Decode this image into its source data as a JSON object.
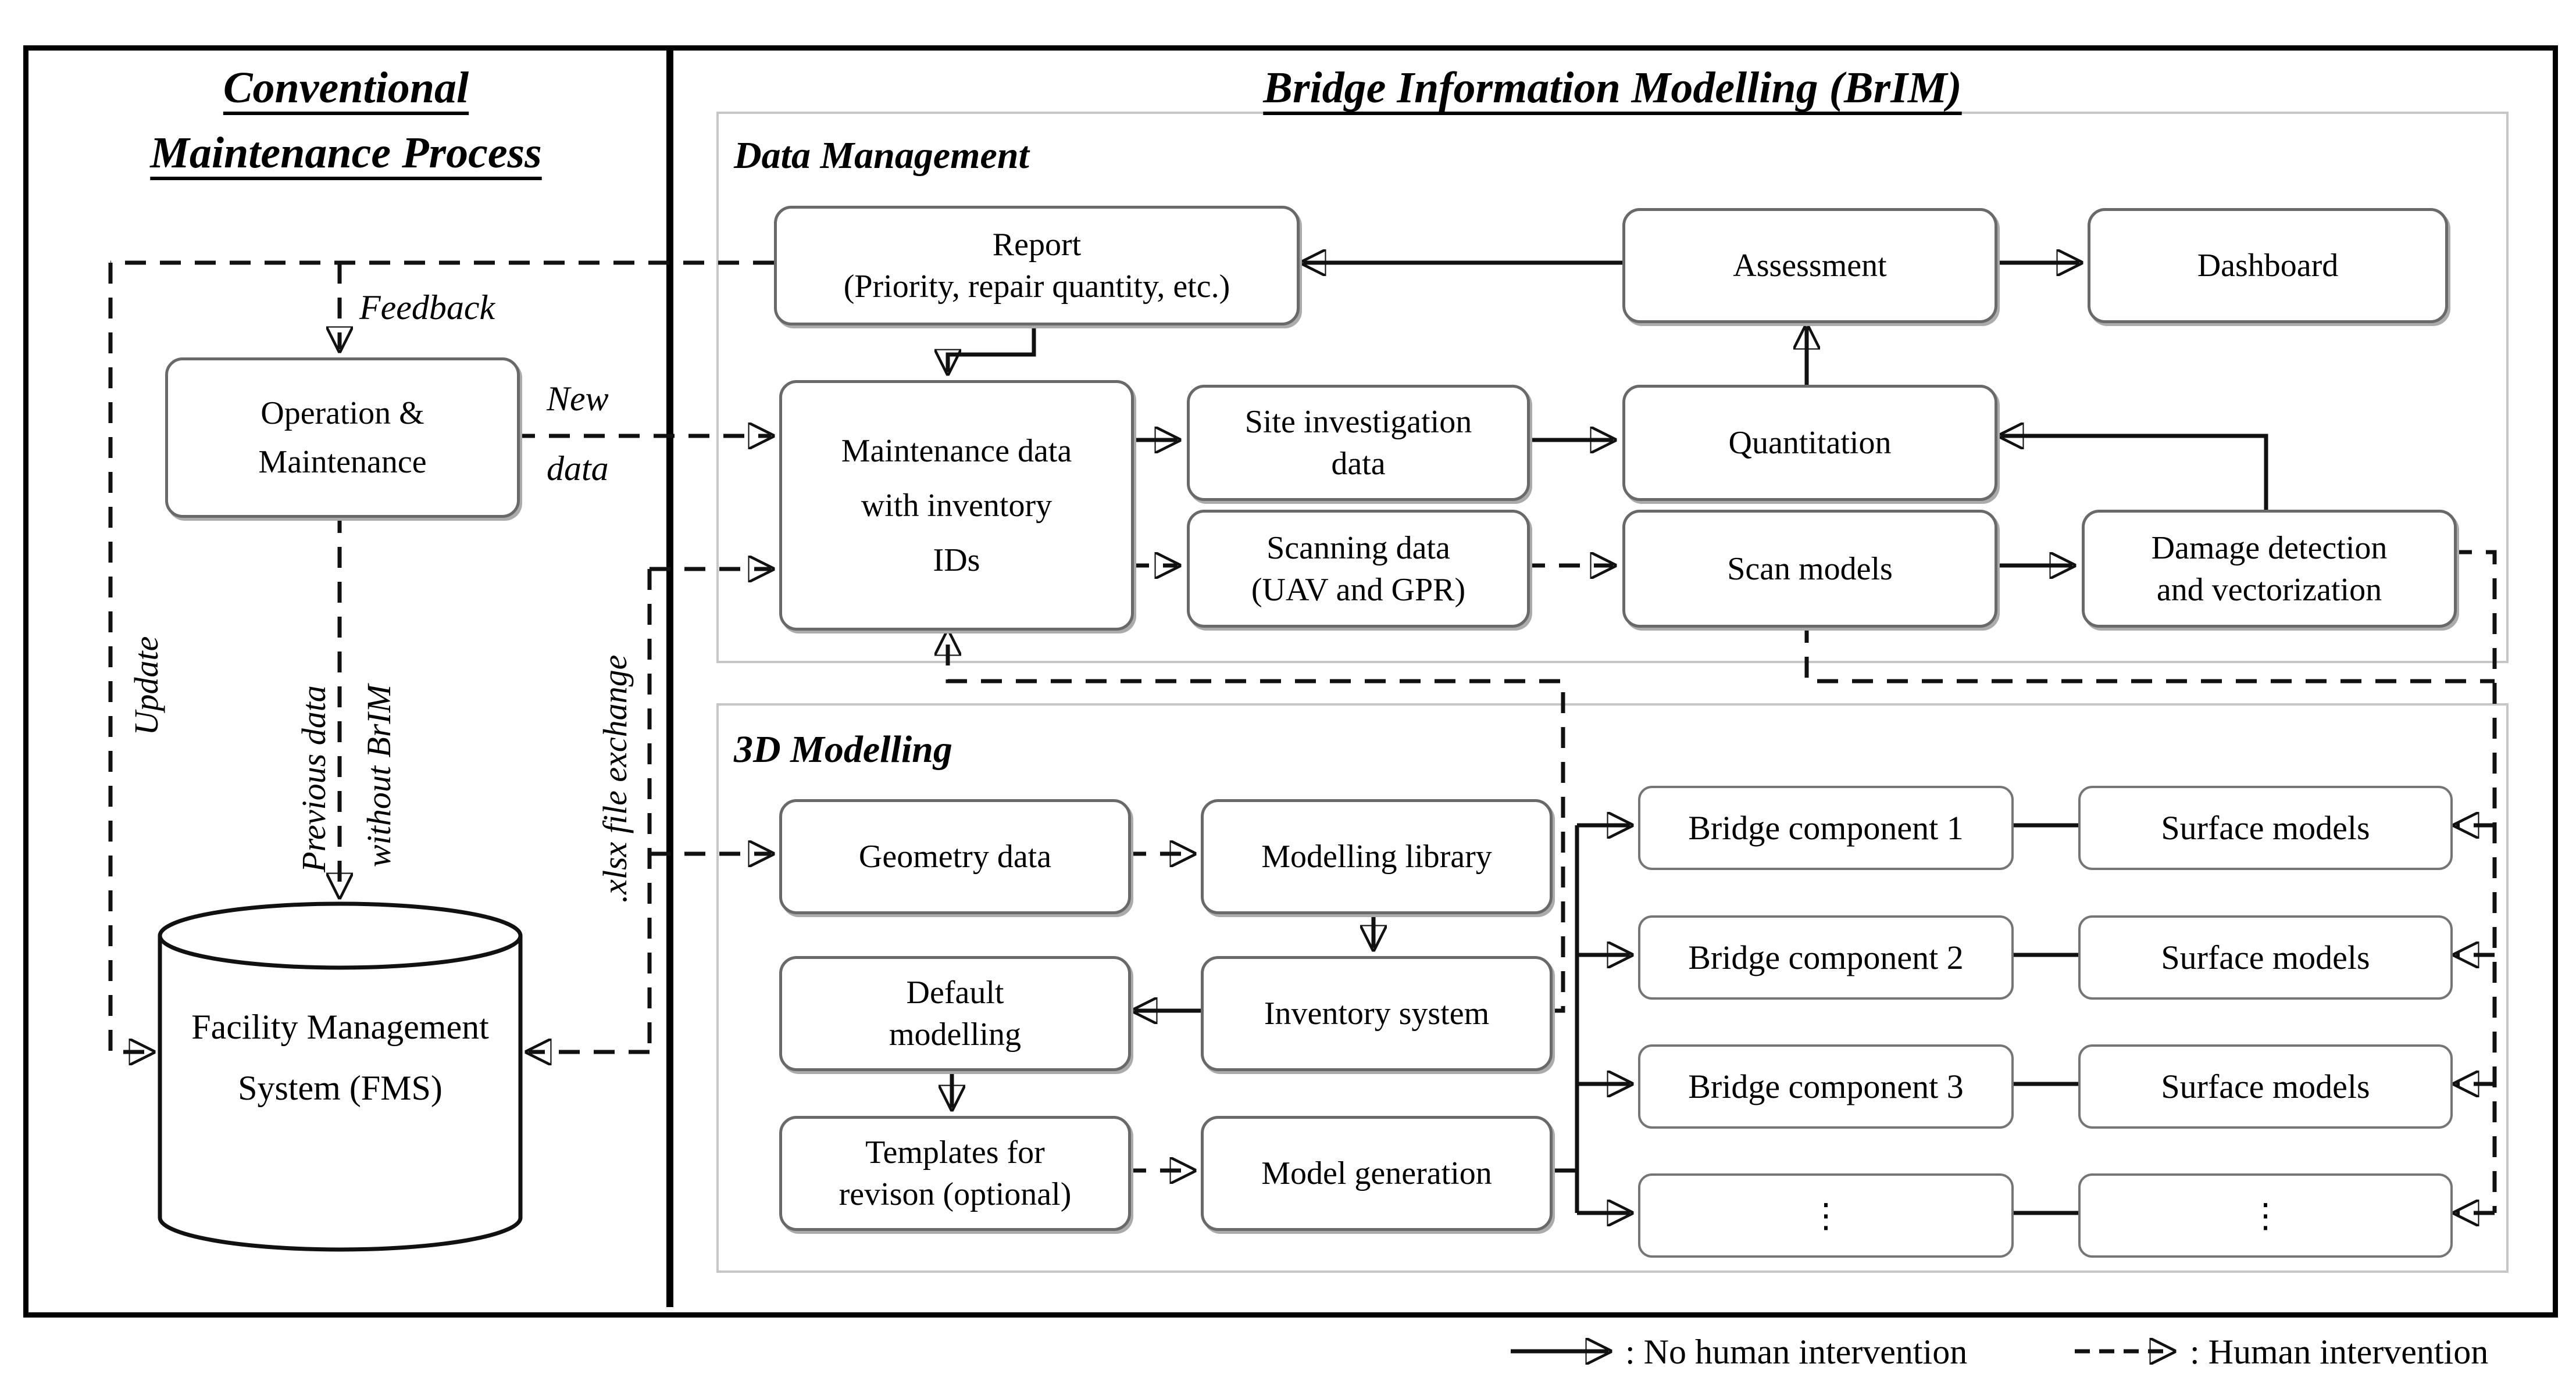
{
  "left_panel": {
    "title": [
      "Conventional",
      "Maintenance Process"
    ],
    "operation_box": [
      "Operation &",
      "Maintenance"
    ],
    "fms_box": [
      "Facility",
      "Management",
      "System (FMS)"
    ],
    "labels": {
      "feedback": "Feedback",
      "update": "Update",
      "previous_data_line1": "Previous data",
      "previous_data_line2": "without BrIM",
      "new_data_line1": "New",
      "new_data_line2": "data",
      "xlsx": ".xlsx file exchange"
    }
  },
  "brim_panel": {
    "title": "Bridge Information Modelling (BrIM)",
    "data_management": {
      "label": "Data Management",
      "report": [
        "Report",
        "(Priority, repair quantity, etc.)"
      ],
      "assessment": "Assessment",
      "dashboard": "Dashboard",
      "maintenance_data": [
        "Maintenance data",
        "with inventory",
        "IDs"
      ],
      "site_investigation": [
        "Site investigation",
        "data"
      ],
      "quantitation": "Quantitation",
      "scanning_data": [
        "Scanning data",
        "(UAV and GPR)"
      ],
      "scan_models": "Scan models",
      "damage_detection": [
        "Damage detection",
        "and vectorization"
      ]
    },
    "modelling_3d": {
      "label": "3D Modelling",
      "geometry_data": "Geometry data",
      "modelling_library": "Modelling library",
      "default_modelling": [
        "Default",
        "modelling"
      ],
      "inventory_system": "Inventory system",
      "templates": [
        "Templates for",
        "revison (optional)"
      ],
      "model_generation": "Model generation",
      "bridge_components": [
        "Bridge component 1",
        "Bridge component 2",
        "Bridge component 3",
        "⋮"
      ],
      "surface_models": [
        "Surface models",
        "Surface models",
        "Surface models",
        "⋮"
      ]
    }
  },
  "legend": {
    "solid_label": ": No human intervention",
    "dashed_label": ": Human intervention"
  },
  "colors": {
    "line": "#111111",
    "box_border": "#696969",
    "section_border": "#c6c6c6",
    "panel_border": "#000000"
  }
}
